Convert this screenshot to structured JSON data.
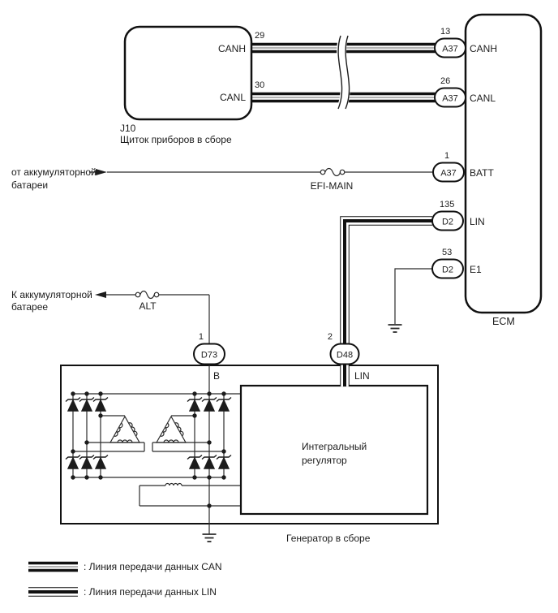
{
  "colors": {
    "line": "#2b2b2b",
    "box": "#111111",
    "can_core": "#9a9a9a"
  },
  "cluster": {
    "code": "J10",
    "label": "Щиток приборов в сборе",
    "canh_pin": "29",
    "canh_label": "CANH",
    "canl_pin": "30",
    "canl_label": "CANL"
  },
  "ecm": {
    "label": "ECM",
    "canh": {
      "pin": "13",
      "conn": "A37",
      "label": "CANH"
    },
    "canl": {
      "pin": "26",
      "conn": "A37",
      "label": "CANL"
    },
    "batt": {
      "pin": "1",
      "conn": "A37",
      "label": "BATT"
    },
    "lin": {
      "pin": "135",
      "conn": "D2",
      "label": "LIN"
    },
    "e1": {
      "pin": "53",
      "conn": "D2",
      "label": "E1"
    }
  },
  "battery_from": {
    "line1": "от аккумуляторной",
    "line2": "батареи",
    "fuse": "EFI-MAIN"
  },
  "battery_to": {
    "line1": "К аккумуляторной",
    "line2": "батарее",
    "fuse": "ALT"
  },
  "generator": {
    "label": "Генератор в сборе",
    "regulator_line1": "Интегральный",
    "regulator_line2": "регулятор",
    "b": {
      "pin": "1",
      "conn": "D73",
      "label": "B"
    },
    "lin": {
      "pin": "2",
      "conn": "D48",
      "label": "LIN"
    }
  },
  "legend": {
    "can": ": Линия передачи данных CAN",
    "lin": ": Линия передачи данных LIN"
  }
}
